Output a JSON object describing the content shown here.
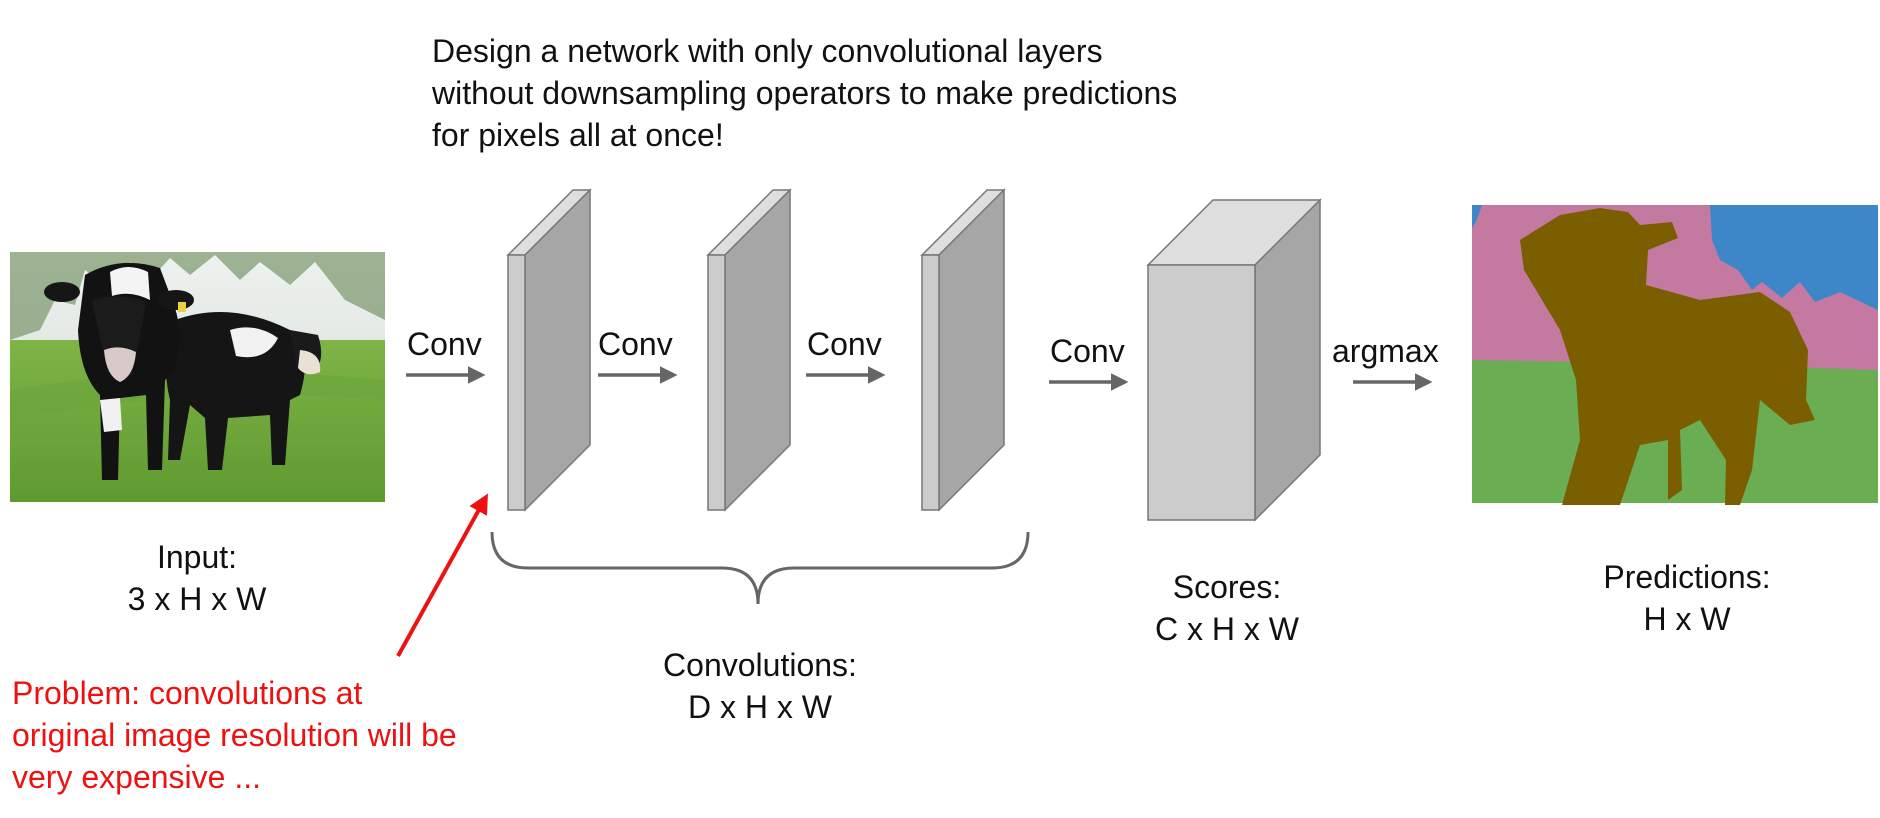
{
  "title_lines": [
    "Design a network with only convolutional layers",
    "without downsampling operators to make predictions",
    "for pixels all at once!"
  ],
  "arrow_labels": {
    "conv_1": "Conv",
    "conv_2": "Conv",
    "conv_3": "Conv",
    "conv_4": "Conv",
    "argmax": "argmax"
  },
  "input": {
    "name": "Input:",
    "shape": "3 x H x W"
  },
  "convolutions": {
    "name": "Convolutions:",
    "shape": "D x H x W"
  },
  "scores": {
    "name": "Scores:",
    "shape": "C x H x W"
  },
  "predictions": {
    "name": "Predictions:",
    "shape": "H x W"
  },
  "problem_lines": [
    "Problem: convolutions at",
    "original image resolution will be",
    "very expensive ..."
  ],
  "colors": {
    "text": "#111111",
    "accent_red": "#ee1111",
    "arrow_gray": "#666666",
    "slab_front": "#cccccc",
    "slab_side": "#a6a6a6",
    "slab_top": "#dedede",
    "seg_pink": "#c47aa0",
    "seg_blue": "#3d86c8",
    "seg_green": "#6aad52",
    "seg_cow": "#7a5e00"
  }
}
